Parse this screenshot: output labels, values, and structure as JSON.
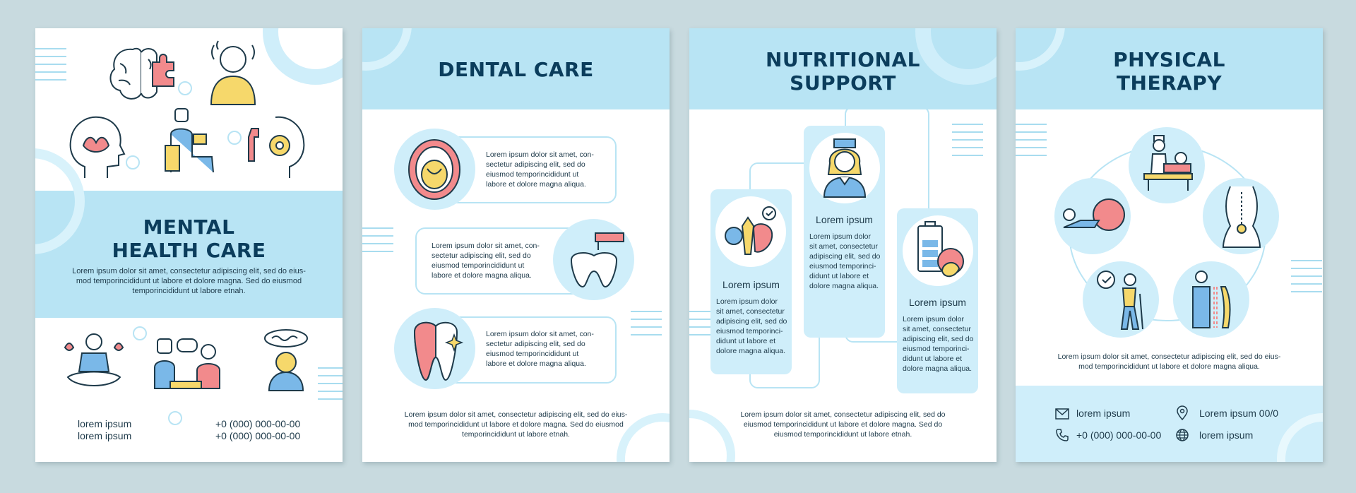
{
  "pages": {
    "mental": {
      "title_line1": "MENTAL",
      "title_line2": "HEALTH CARE",
      "desc_l1": "Lorem ipsum dolor sit amet, consectetur adipiscing elit, sed do eius-",
      "desc_l2": "mod temporincididunt ut labore et dolore magna. Sed do eiusmod",
      "desc_l3": "temporincididunt ut labore etnah.",
      "contact_left_1": "lorem ipsum",
      "contact_left_2": "lorem ipsum",
      "contact_right_1": "+0 (000) 000-00-00",
      "contact_right_2": "+0 (000) 000-00-00"
    },
    "dental": {
      "title": "DENTAL CARE",
      "card1": [
        "Lorem ipsum dolor sit amet, con-",
        "sectetur adipiscing elit, sed do",
        "eiusmod temporincididunt ut",
        "labore et dolore magna aliqua."
      ],
      "card2": [
        "Lorem ipsum dolor sit amet, con-",
        "sectetur adipiscing elit, sed do",
        "eiusmod temporincididunt ut",
        "labore et dolore magna aliqua."
      ],
      "card3": [
        "Lorem ipsum dolor sit amet, con-",
        "sectetur adipiscing elit, sed do",
        "eiusmod temporincididunt ut",
        "labore et dolore magna aliqua."
      ],
      "footer": [
        "Lorem ipsum dolor sit amet, consectetur adipiscing elit, sed do eius-",
        "mod temporincididunt ut labore et dolore magna. Sed do eiusmod",
        "temporincididunt ut labore etnah."
      ]
    },
    "nutrition": {
      "title_line1": "NUTRITIONAL",
      "title_line2": "SUPPORT",
      "col1_label": "Lorem ipsum",
      "col1_text": [
        "Lorem ipsum dolor",
        "sit amet, consectetur",
        "adipiscing elit, sed do",
        "eiusmod temporinci-",
        "didunt ut labore et",
        "dolore magna aliqua."
      ],
      "col2_label": "Lorem ipsum",
      "col2_text": [
        "Lorem ipsum dolor",
        "sit amet, consectetur",
        "adipiscing elit, sed do",
        "eiusmod temporinci-",
        "didunt ut labore et",
        "dolore magna aliqua."
      ],
      "col3_label": "Lorem ipsum",
      "col3_text": [
        "Lorem ipsum dolor",
        "sit amet, consectetur",
        "adipiscing elit, sed do",
        "eiusmod temporinci-",
        "didunt ut labore et",
        "dolore magna aliqua."
      ],
      "footer": [
        "Lorem ipsum dolor sit amet, consectetur adipiscing elit, sed do",
        "eiusmod temporincididunt ut labore et dolore magna. Sed do",
        "eiusmod temporincididunt ut labore etnah."
      ]
    },
    "physical": {
      "title_line1": "PHYSICAL",
      "title_line2": "THERAPY",
      "desc": [
        "Lorem ipsum dolor sit amet, consectetur adipiscing elit, sed do eius-",
        "mod temporincididunt ut labore et dolore magna aliqua."
      ],
      "email": "lorem ipsum",
      "location": "Lorem ipsum 00/0",
      "phone": "+0 (000) 000-00-00",
      "web": "lorem ipsum"
    }
  },
  "colors": {
    "accent": "#b8e4f4",
    "accent_light": "#cfeefa",
    "title": "#0b3d5c",
    "icon_yellow": "#f6d86b",
    "icon_red": "#f28a8c",
    "icon_blue": "#7ab8e8"
  },
  "icons": [
    "brain-puzzle-icon",
    "anxious-person-icon",
    "lotus-head-icon",
    "patient-armchair-icon",
    "gear-head-icon",
    "meditation-icon",
    "therapy-session-icon",
    "stressed-person-icon",
    "open-mouth-icon",
    "dental-drill-icon",
    "clean-tooth-icon",
    "healthy-food-icon",
    "nurse-icon",
    "battery-apple-icon",
    "massage-icon",
    "spine-icon",
    "exercise-ball-icon",
    "elderly-walker-icon",
    "posture-icon",
    "mail-icon",
    "location-pin-icon",
    "phone-icon",
    "globe-icon"
  ]
}
